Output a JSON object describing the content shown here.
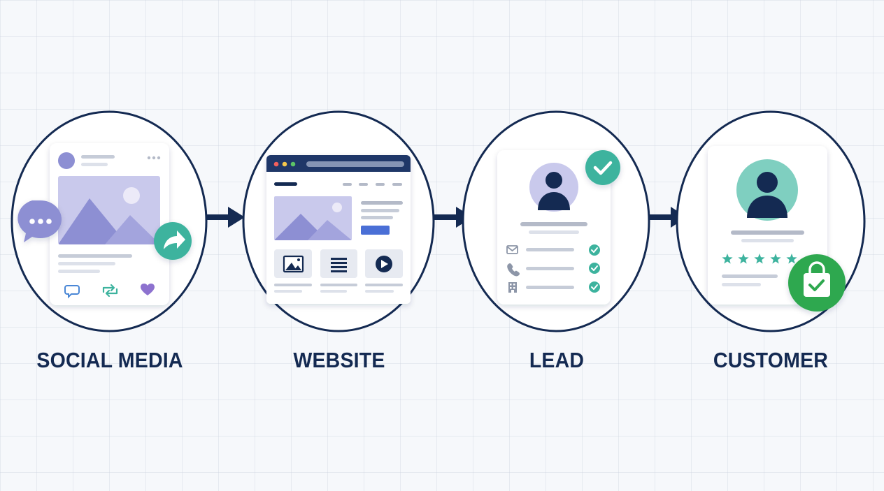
{
  "stages": [
    {
      "id": "social",
      "label": "SOCIAL MEDIA"
    },
    {
      "id": "website",
      "label": "WEBSITE"
    },
    {
      "id": "lead",
      "label": "LEAD"
    },
    {
      "id": "customer",
      "label": "CUSTOMER"
    }
  ],
  "icons": {
    "social": [
      "avatar-icon",
      "more-dots-icon",
      "image-icon",
      "chat-bubble-icon",
      "share-arrow-icon",
      "comment-icon",
      "retweet-icon",
      "heart-icon"
    ],
    "website": [
      "browser-window-icon",
      "image-icon",
      "text-lines-icon",
      "play-icon"
    ],
    "lead": [
      "user-avatar-icon",
      "checkmark-badge-icon",
      "mail-icon",
      "phone-icon",
      "building-icon",
      "check-icon"
    ],
    "customer": [
      "user-avatar-icon",
      "star-rating-icon",
      "shopping-bag-check-icon"
    ]
  },
  "customer_rating_stars": 5,
  "colors": {
    "navy": "#142a52",
    "purple": "#8d8fd3",
    "lavender": "#c9c9ec",
    "teal": "#3db39e",
    "green": "#2fa84f",
    "gray": "#c6ccd8"
  }
}
